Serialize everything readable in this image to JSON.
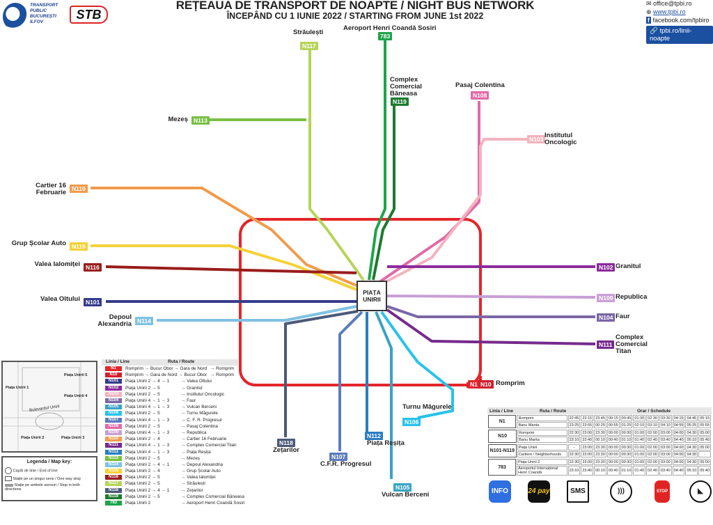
{
  "header": {
    "title": "REȚEAUA DE TRANSPORT DE NOAPTE / NIGHT BUS NETWORK",
    "subtitle": "ÎNCEPÂND CU 1 IUNIE 2022 / STARTING FROM JUNE 1st 2022",
    "tpbi_logo": "TRANSPORT PUBLIC BUCUREȘTI ILFOV",
    "stb_logo": "STB"
  },
  "contact": {
    "email": "office@tpbi.ro",
    "web": "www.tpbi.ro",
    "facebook": "facebook.com/tpbiro",
    "link": "tpbi.ro/linii-noapte"
  },
  "map": {
    "center": "PIAȚA UNIRII",
    "lines": [
      {
        "id": "N1",
        "color": "#e3262b",
        "terminal": "Romprim"
      },
      {
        "id": "N10",
        "color": "#d0202c",
        "terminal": "Romprim"
      },
      {
        "id": "N101",
        "color": "#353b8c",
        "terminal": "Valea Oltului"
      },
      {
        "id": "N102",
        "color": "#8b2c9c",
        "terminal": "Granitul"
      },
      {
        "id": "N103",
        "color": "#f3b3bf",
        "terminal": "Institutul Oncologic"
      },
      {
        "id": "N104",
        "color": "#7a67a6",
        "terminal": "Faur"
      },
      {
        "id": "N105",
        "color": "#3aa2c5",
        "terminal": "Vulcan Berceni"
      },
      {
        "id": "N106",
        "color": "#27c2ea",
        "terminal": "Turnu Măgurele"
      },
      {
        "id": "N107",
        "color": "#5b7cba",
        "terminal": "C.F.R. Progresul"
      },
      {
        "id": "N108",
        "color": "#e16aa6",
        "terminal": "Pasaj Colentina"
      },
      {
        "id": "N109",
        "color": "#c89fd5",
        "terminal": "Republica"
      },
      {
        "id": "N110",
        "color": "#f19b4c",
        "terminal": "Cartier 16 Februarie"
      },
      {
        "id": "N111",
        "color": "#762a8c",
        "terminal": "Complex Comercial Titan"
      },
      {
        "id": "N112",
        "color": "#2b7ec1",
        "terminal": "Piața Reșița"
      },
      {
        "id": "N113",
        "color": "#78bf42",
        "terminal": "Mezeș"
      },
      {
        "id": "N114",
        "color": "#7fc2e2",
        "terminal": "Depoul Alexandria"
      },
      {
        "id": "N115",
        "color": "#f6d136",
        "terminal": "Grup Școlar Auto"
      },
      {
        "id": "N116",
        "color": "#991c1c",
        "terminal": "Valea Ialomiței"
      },
      {
        "id": "N117",
        "color": "#b6d45a",
        "terminal": "Străulești"
      },
      {
        "id": "N118",
        "color": "#4b5a79",
        "terminal": "Zețarilor"
      },
      {
        "id": "N119",
        "color": "#1d7a2f",
        "terminal": "Complex Comercial Băneasa"
      },
      {
        "id": "783",
        "color": "#1fa34a",
        "terminal": "Aeroport Henri Coandă Sosiri"
      }
    ]
  },
  "legend": {
    "header_line": "Linia / Line",
    "header_route": "Ruta / Route",
    "rows": [
      {
        "line": "N1",
        "from": "Romprim → Bucur Obor → Gara de Nord",
        "to": "→ Romprim"
      },
      {
        "line": "N10",
        "from": "Romprim → Gara de Nord → Bucur Obor",
        "to": "→ Romprim"
      },
      {
        "line": "N101",
        "from": "Piața Unirii 2 → 4 → 1",
        "to": "→ Valea Oltului"
      },
      {
        "line": "N102",
        "from": "Piața Unirii 2 → 5",
        "to": "→ Granitul"
      },
      {
        "line": "N103",
        "from": "Piața Unirii 2 → 5",
        "to": "→ Institutul Oncologic"
      },
      {
        "line": "N104",
        "from": "Piața Unirii 4 → 1 → 3",
        "to": "→ Faur"
      },
      {
        "line": "N105",
        "from": "Piața Unirii 4 → 1 → 3",
        "to": "→ Vulcan Berceni"
      },
      {
        "line": "N106",
        "from": "Piața Unirii 2 → 5",
        "to": "→ Turnu Măgurele"
      },
      {
        "line": "N107",
        "from": "Piața Unirii 4 → 1 → 3",
        "to": "→ C. F. R. Progresul"
      },
      {
        "line": "N108",
        "from": "Piața Unirii 2 → 5",
        "to": "→ Pasaj Colentina"
      },
      {
        "line": "N109",
        "from": "Piața Unirii 4 → 1 → 3",
        "to": "→ Republica"
      },
      {
        "line": "N110",
        "from": "Piața Unirii 2 → 4",
        "to": "→ Cartier 16 Februarie"
      },
      {
        "line": "N111",
        "from": "Piața Unirii 4 → 1 → 3",
        "to": "→ Complex Comercial Titan"
      },
      {
        "line": "N112",
        "from": "Piața Unirii 4 → 1 → 3",
        "to": "→ Piața Reșița"
      },
      {
        "line": "N113",
        "from": "Piața Unirii 2 → 5",
        "to": "→ Mezeș"
      },
      {
        "line": "N114",
        "from": "Piața Unirii 2 → 4 → 1",
        "to": "→ Depoul Alexandria"
      },
      {
        "line": "N115",
        "from": "Piața Unirii 2 → 4",
        "to": "→ Grup Școlar Auto"
      },
      {
        "line": "N116",
        "from": "Piața Unirii 2 → 5",
        "to": "→ Valea Ialomiței"
      },
      {
        "line": "N117",
        "from": "Piața Unirii 2 → 5",
        "to": "→ Străulești"
      },
      {
        "line": "N118",
        "from": "Piața Unirii 2 → 4 → 1",
        "to": "→ Zețarilor"
      },
      {
        "line": "N119",
        "from": "Piața Unirii 2 → 5",
        "to": "→ Complex Comercial Băneasa"
      },
      {
        "line": "783",
        "from": "Piața Unirii 2",
        "to": "→ Aeroport Henri Coandă Sosiri"
      }
    ]
  },
  "minimap": {
    "stops": [
      "Piața Unirii 1",
      "Piața Unirii 2",
      "Piața Unirii 3",
      "Piața Unirii 4",
      "Piața Unirii 5"
    ],
    "street": "Bulevardul Unirii"
  },
  "mapkey": {
    "title": "Legenda / Map key:",
    "items": [
      "Capăt de linie / End of line",
      "Stație pe un singur sens / One way stop",
      "Stație pe ambele sensuri / Stop in both directions"
    ]
  },
  "schedule": {
    "header_line": "Linia / Line",
    "header_route": "Ruta / Route",
    "header_times": "Orar / Schedule",
    "groups": [
      {
        "line": "N1",
        "rows": [
          {
            "route": "Romprim",
            "times": [
              "22:45",
              "23:15",
              "23:45",
              "00:15",
              "00:45",
              "01:30",
              "02:30",
              "03:30",
              "04:15",
              "04:45",
              "05:15"
            ]
          },
          {
            "route": "Banu Manta",
            "times": [
              "23:25",
              "23:55",
              "00:25",
              "00:55",
              "01:25",
              "02:10",
              "03:10",
              "04:10",
              "04:55",
              "05:25",
              "05:55"
            ]
          }
        ]
      },
      {
        "line": "N10",
        "rows": [
          {
            "route": "Romprim",
            "times": [
              "22:30",
              "23:00",
              "23:30",
              "00:00",
              "00:30",
              "01:00",
              "02:00",
              "03:00",
              "04:00",
              "04:30",
              "05:00"
            ]
          },
          {
            "route": "Banu Manta",
            "times": [
              "23:10",
              "23:40",
              "00:10",
              "00:40",
              "01:10",
              "01:40",
              "02:40",
              "03:40",
              "04:40",
              "05:10",
              "05:40"
            ]
          }
        ]
      },
      {
        "line": "N101-N119",
        "rows": [
          {
            "route": "Piața Unirii",
            "times": [
              "-",
              "23:00",
              "23:30",
              "00:00",
              "00:30",
              "01:00",
              "02:00",
              "03:00",
              "04:00",
              "04:30",
              "05:00"
            ]
          },
          {
            "route": "Cartiere / Neighborhoods",
            "times": [
              "22:30",
              "23:00",
              "23:30",
              "00:00",
              "00:30",
              "01:00",
              "02:00",
              "03:00",
              "04:00",
              "04:30",
              "-"
            ]
          }
        ]
      },
      {
        "line": "783",
        "rows": [
          {
            "route": "Piața Unirii 2",
            "times": [
              "22:30",
              "23:00",
              "23:30",
              "00:00",
              "00:30",
              "01:00",
              "02:00",
              "03:00",
              "04:00",
              "04:30",
              "05:00"
            ]
          },
          {
            "route": "Aeroportul Internațional Henri Coandă",
            "times": [
              "23:10",
              "23:40",
              "00:10",
              "00:40",
              "01:10",
              "01:40",
              "02:40",
              "03:40",
              "04:40",
              "05:10",
              "05:40"
            ]
          }
        ]
      }
    ]
  },
  "apps": [
    "INFO TB",
    "24 pay",
    "SMS"
  ]
}
